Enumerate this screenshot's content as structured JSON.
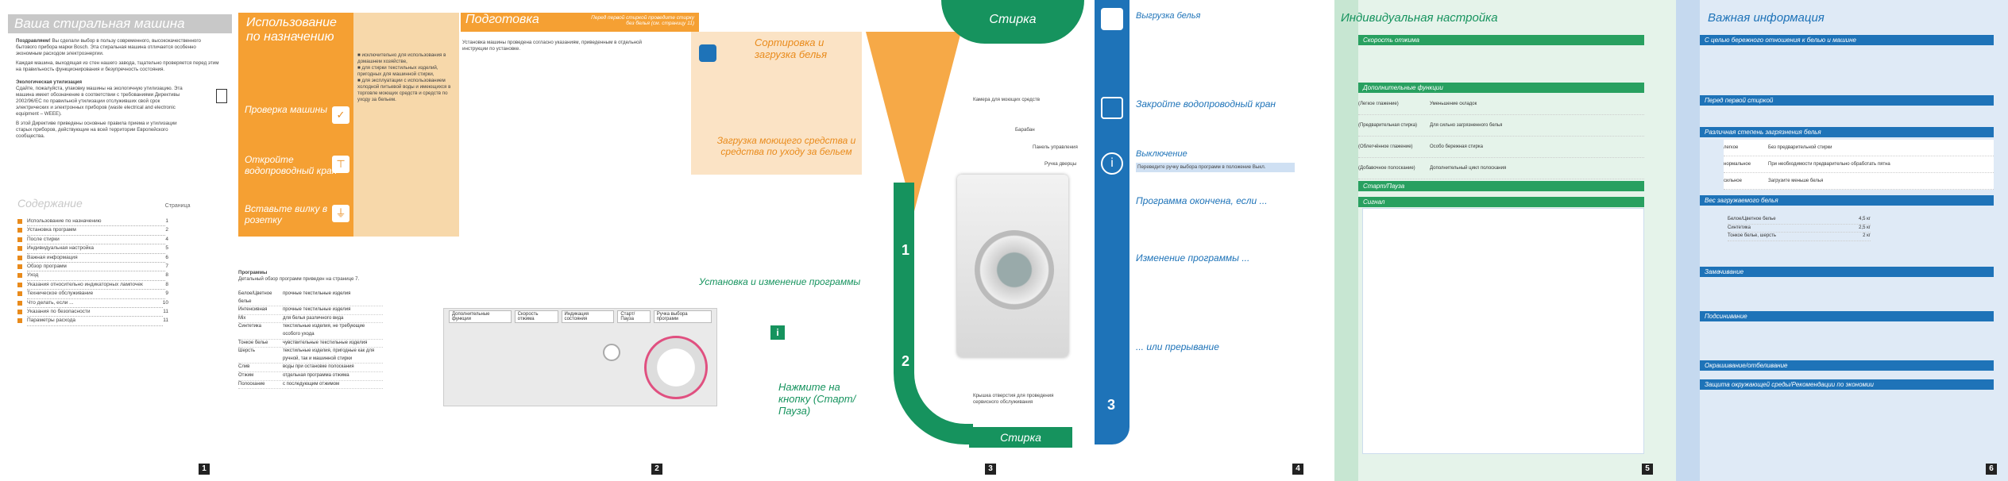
{
  "p1": {
    "title": "Ваша стиральная машина",
    "intro_bold": "Поздравляем!",
    "intro": "Вы сделали выбор в пользу современного, высококачественного бытового прибора марки Bosch. Эта стиральная машина отличается особенно экономным расходом электроэнергии.",
    "intro2": "Каждая машина, выходящая из стен нашего завода, тщательно проверяется перед этим на правильность функционирования и безупречность состояния.",
    "eco_title": "Экологическая утилизация",
    "eco": "Сдайте, пожалуйста, упаковку машины на экологичную утилизацию. Эта машина имеет обозначение в соответствии с требованиями Директивы 2002/96/ЕС по правильной утилизации отслуживших свой срок электрических и электронных приборов (waste electrical and electronic equipment – WEEE).",
    "eco2": "В этой Директиве приведены основные правила приема и утилизации старых приборов, действующие на всей территории Европейского сообщества.",
    "toc_title": "Содержание",
    "toc_page_label": "Страница",
    "toc": [
      {
        "t": "Использование по назначению",
        "p": "1"
      },
      {
        "t": "Установка программ",
        "p": "2"
      },
      {
        "t": "После стирки",
        "p": "4"
      },
      {
        "t": "Индивидуальная настройка",
        "p": "5"
      },
      {
        "t": "Важная информация",
        "p": "6"
      },
      {
        "t": "Обзор программ",
        "p": "7"
      },
      {
        "t": "Уход",
        "p": "8"
      },
      {
        "t": "Указания относительно индикаторных лампочек",
        "p": "8"
      },
      {
        "t": "Техническое обслуживание",
        "p": "9"
      },
      {
        "t": "Что делать, если ...",
        "p": "10"
      },
      {
        "t": "Указания по безопасности",
        "p": "11"
      },
      {
        "t": "Параметры расхода",
        "p": "11"
      }
    ],
    "page_no": "1"
  },
  "p2": {
    "head": "Использование по назначению",
    "sec2": "Проверка машины",
    "sec3": "Откройте водопроводный кран",
    "sec4": "Вставьте вилку в розетку",
    "prep": "Подготовка",
    "prep_note": "Перед первой стиркой проведите стирку без белья (см. страницу 11)",
    "sort_title": "Сортировка и загрузка белья",
    "det_title": "Загрузка моющего средства и средства по уходу за бельем",
    "setup_title": "Установка и изменение программы",
    "press_title": "Нажмите на кнопку (Старт/Пауза)",
    "programs_header": "Программы",
    "programs_sub": "Детальный обзор программ приведен на странице 7.",
    "programs": [
      {
        "a": "Белое/Цветное белье",
        "b": "прочные текстильные изделия"
      },
      {
        "a": "Интенсивная",
        "b": "прочные текстильные изделия"
      },
      {
        "a": "Mix",
        "b": "для белья различного вида"
      },
      {
        "a": "Синтетика",
        "b": "текстильные изделия, не требующие особого ухода"
      },
      {
        "a": "Тонкое белье",
        "b": "чувствительные текстильные изделия"
      },
      {
        "a": "Шерсть",
        "b": "текстильные изделия, пригодные как для ручной, так и машинной стирки"
      },
      {
        "a": "Слив",
        "b": "воды при остановке полоскания"
      },
      {
        "a": "Отжим",
        "b": "отдельная программа отжима"
      },
      {
        "a": "Полоскание",
        "b": "с последующим отжимом"
      }
    ],
    "panel_labels": [
      "Дополнительные функции",
      "Скорость отжима",
      "Индикация состояния",
      "Старт/Пауза",
      "Ручка выбора программ"
    ],
    "page_no": "2"
  },
  "p3": {
    "stirka_top": "Стирка",
    "stirka_bottom": "Стирка",
    "labels": [
      "Камера для моющих средств",
      "Барабан",
      "Панель управления",
      "Ручка дверцы",
      "Крышка отверстия для проведения сервисного обслуживания"
    ],
    "steps": [
      "1",
      "2",
      "3"
    ],
    "page_no": "3"
  },
  "p4": {
    "s1": "Выгрузка белья",
    "s2": "Закройте водопроводный кран",
    "s3": "Выключение",
    "s3_text": "Переведите ручку выбора программ в положение Выкл.",
    "s4": "Программа окончена, если ...",
    "s5": "Изменение программы ...",
    "s6": "... или прерывание",
    "page_no": "4"
  },
  "p5": {
    "title": "Индивидуальная настройка",
    "b1": "Скорость отжима",
    "b2": "Дополнительные функции",
    "b3": "Старт/Пауза",
    "b4": "Сигнал",
    "rows": [
      {
        "a": "(Легкое глажение)",
        "b": "Уменьшение складок"
      },
      {
        "a": "(Предварительная стирка)",
        "b": "Для сильно загрязненного белья"
      },
      {
        "a": "(Облегчённое глажение)",
        "b": "Особо бережная стирка"
      },
      {
        "a": "(Добавочное полоскание)",
        "b": "Дополнительный цикл полоскания"
      }
    ],
    "page_no": "5"
  },
  "p6": {
    "title": "Важная информация",
    "b1": "С целью бережного отношения к белью и машине",
    "b2": "Перед первой стиркой",
    "b3": "Различная степень загрязнения белья",
    "b4": "Вес загружаемого белья",
    "b5": "Замачивание",
    "b6": "Подсинивание",
    "b7": "Окрашивание/отбеливание",
    "b8": "Защита окружающей среды/Рекомендации по экономии",
    "loads": [
      {
        "t": "Белое/Цветное белье",
        "v": "4,5 кг"
      },
      {
        "t": "Синтетика",
        "v": "2,5 кг"
      },
      {
        "t": "Тонкое белье, шерсть",
        "v": "2 кг"
      }
    ],
    "soil": [
      {
        "t": "легкое",
        "d": "Без предварительной стирки"
      },
      {
        "t": "нормальное",
        "d": "При необходимости предварительно обработать пятна"
      },
      {
        "t": "сильное",
        "d": "Загрузите меньше белья"
      }
    ],
    "page_no": "6"
  },
  "colors": {
    "orange": "#f5a033",
    "green": "#16935e",
    "blue": "#1e73b8",
    "grey": "#c8c8c8"
  }
}
